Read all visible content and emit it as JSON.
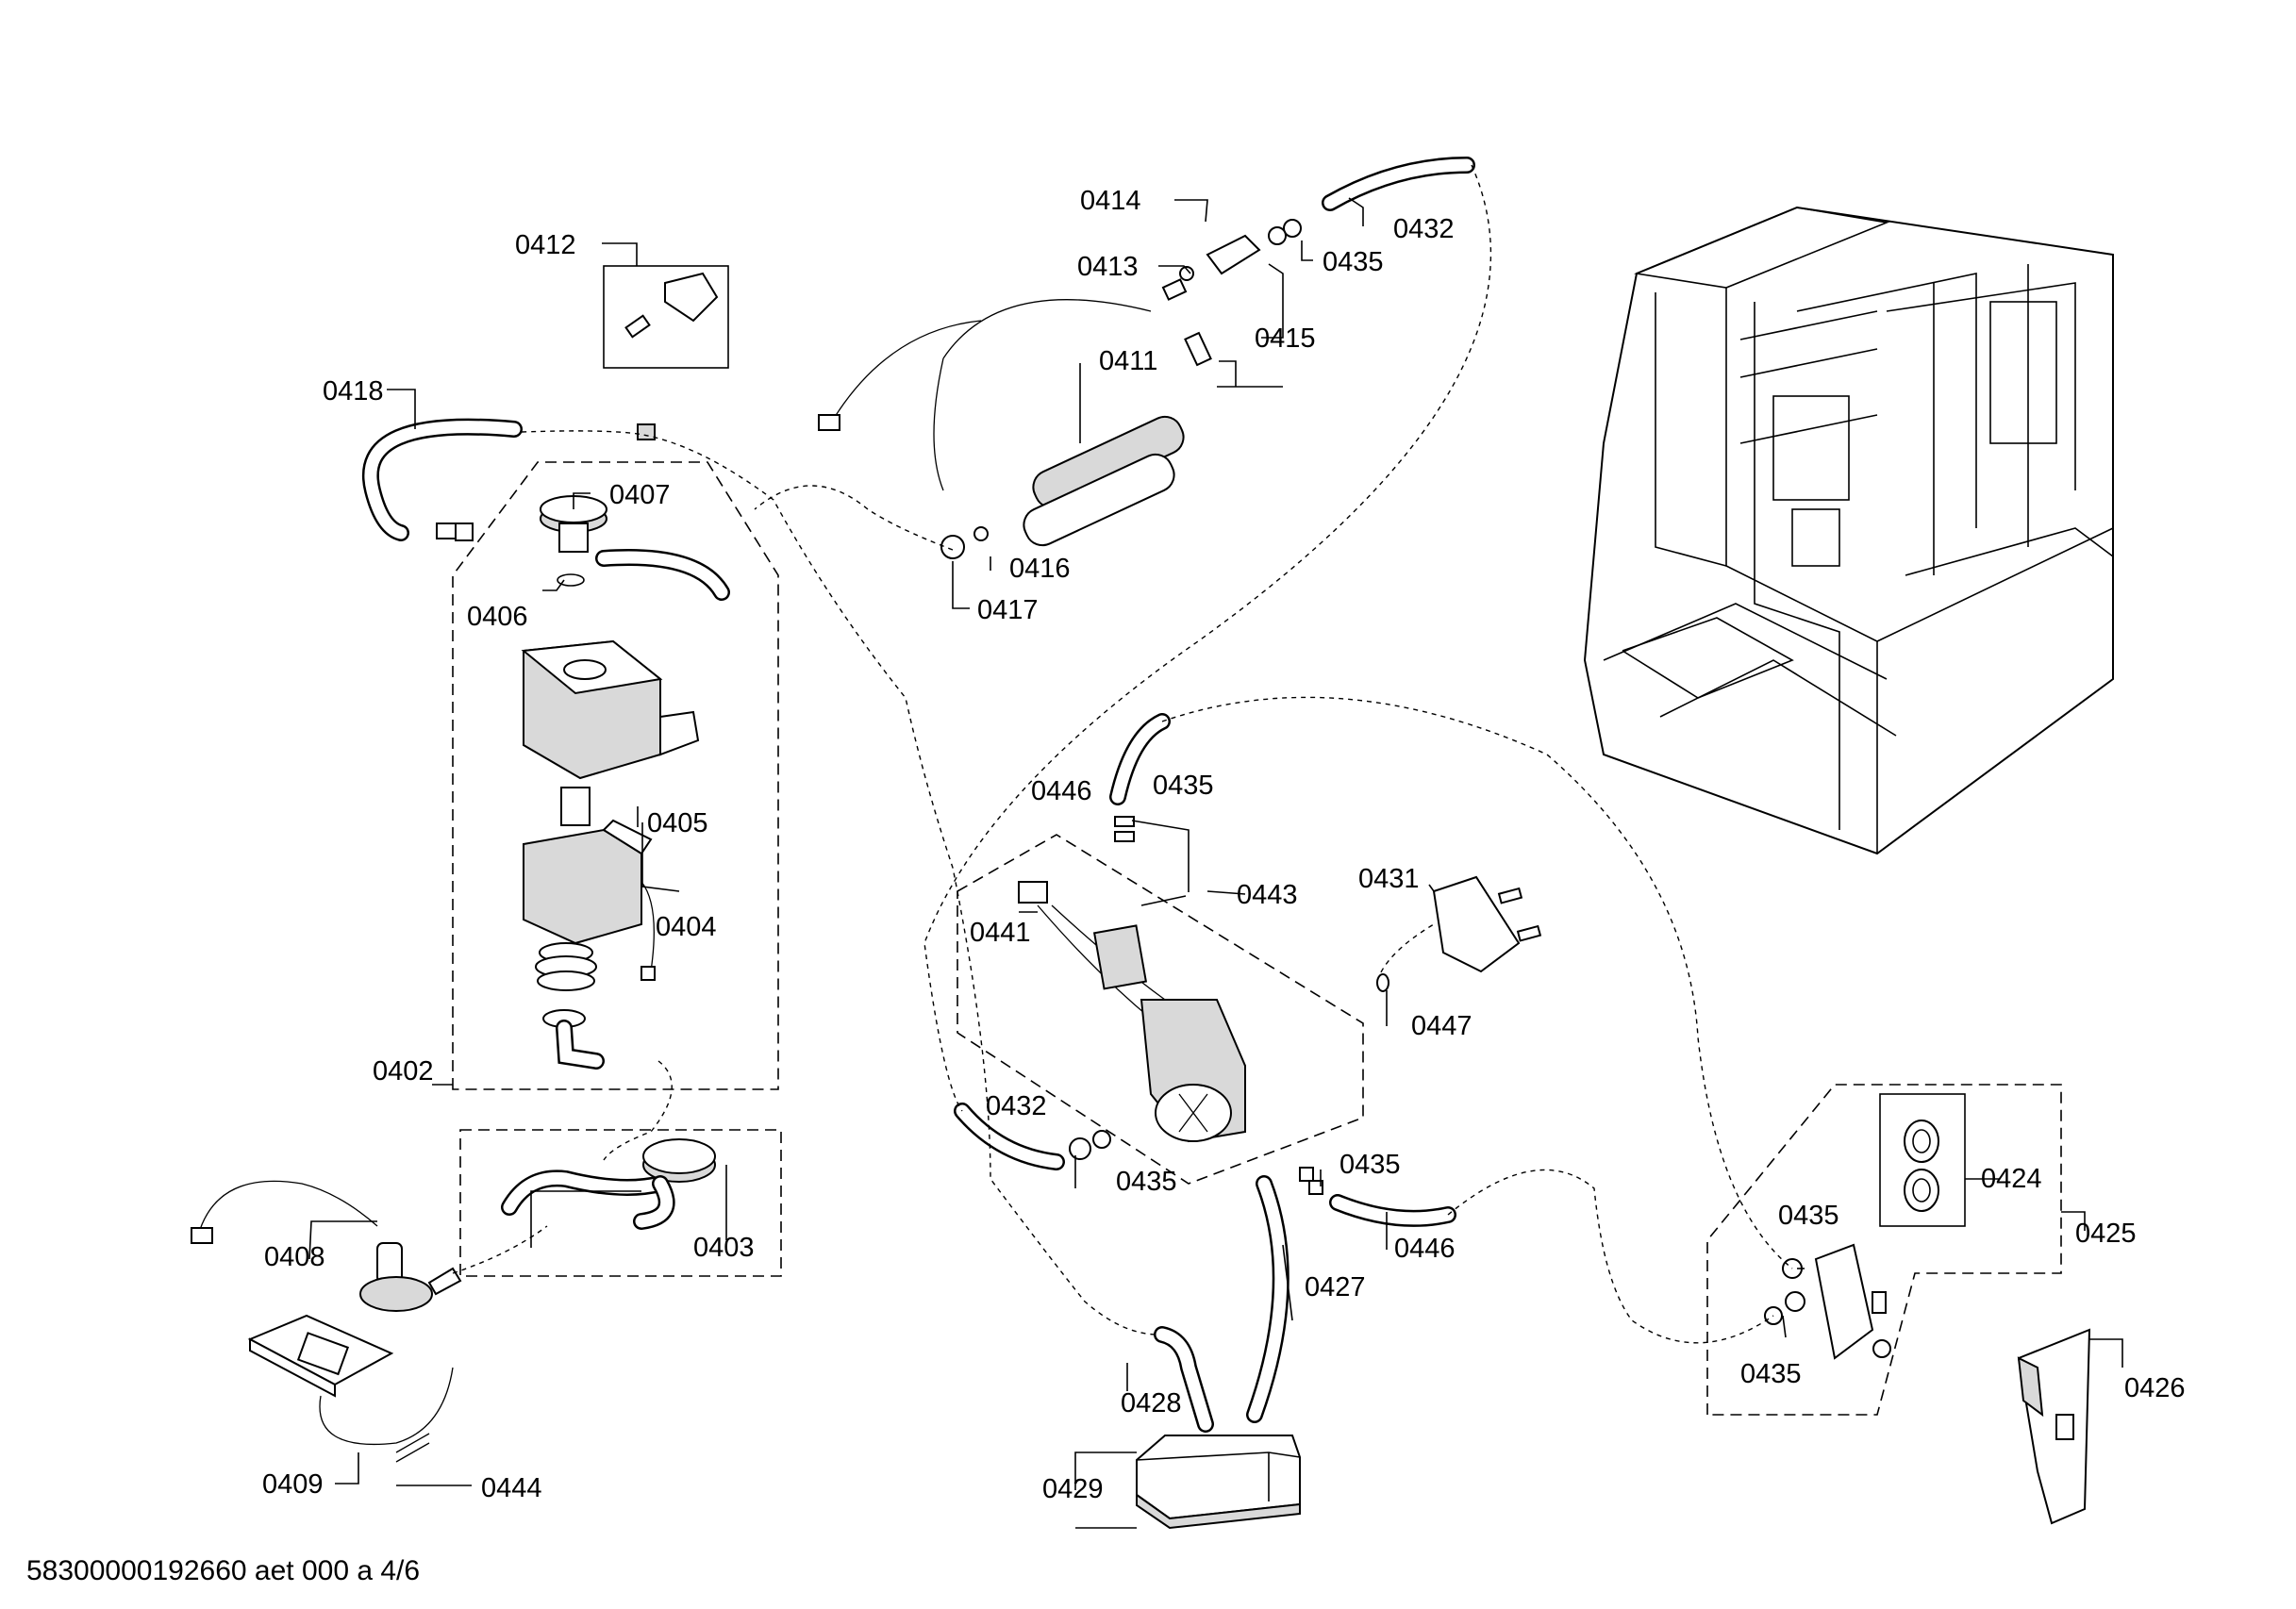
{
  "labels": {
    "p0402": "0402",
    "p0403": "0403",
    "p0404": "0404",
    "p0405": "0405",
    "p0406": "0406",
    "p0407": "0407",
    "p0408": "0408",
    "p0409": "0409",
    "p0411": "0411",
    "p0412": "0412",
    "p0413": "0413",
    "p0414": "0414",
    "p0415": "0415",
    "p0416": "0416",
    "p0417": "0417",
    "p0418": "0418",
    "p0424": "0424",
    "p0425": "0425",
    "p0426": "0426",
    "p0427": "0427",
    "p0428": "0428",
    "p0429": "0429",
    "p0431": "0431",
    "p0432a": "0432",
    "p0432b": "0432",
    "p0435a": "0435",
    "p0435b": "0435",
    "p0435c": "0435",
    "p0435d": "0435",
    "p0435e": "0435",
    "p0435f": "0435",
    "p0441": "0441",
    "p0443": "0443",
    "p0444": "0444",
    "p0446a": "0446",
    "p0446b": "0446",
    "p0447": "0447"
  },
  "footer": {
    "doc_ref": "58300000192660 aet 000 a 4/6"
  }
}
